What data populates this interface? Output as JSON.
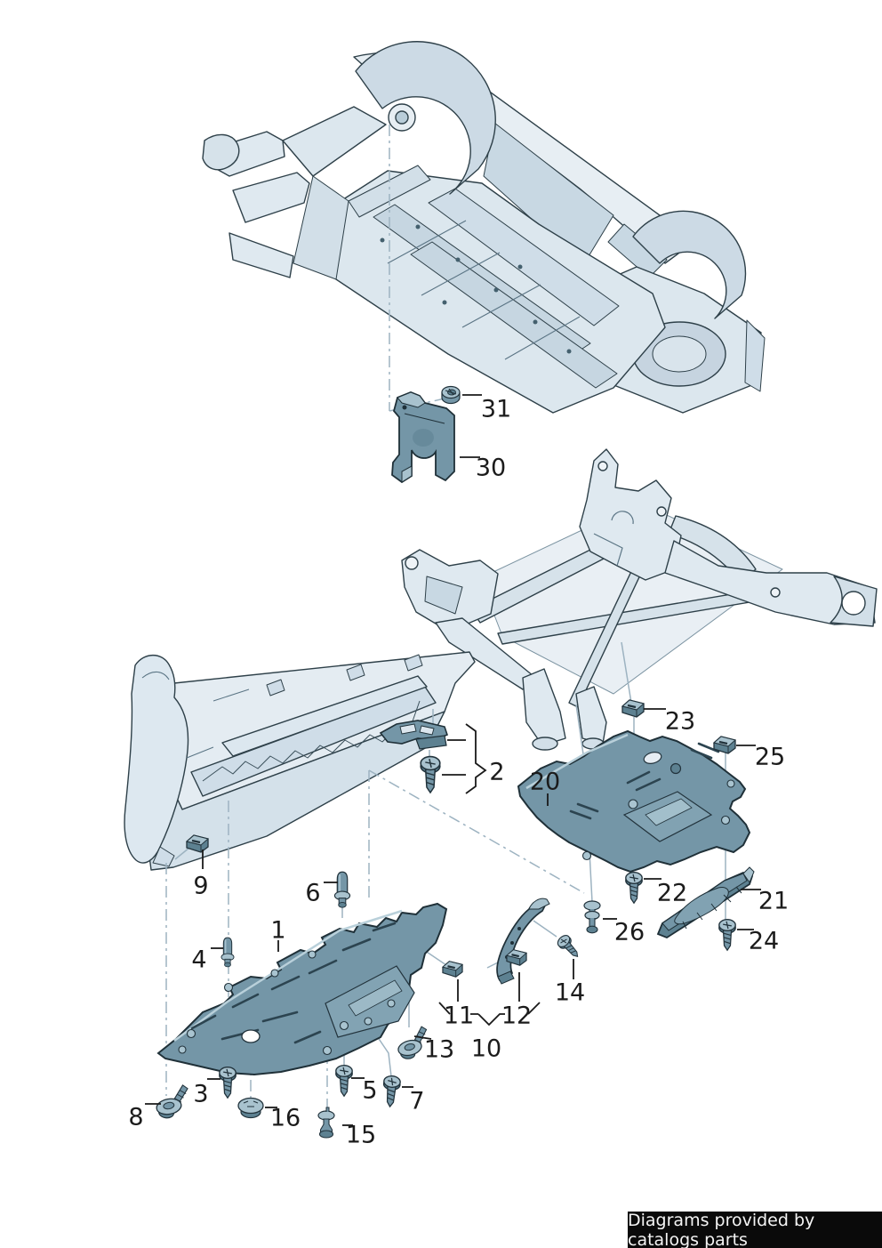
{
  "diagram": {
    "type": "exploded-parts-diagram",
    "subject": "vehicle underbody panels, noise insulation and fasteners",
    "callouts": {
      "c1": "1",
      "c2": "2",
      "c3": "3",
      "c4": "4",
      "c5": "5",
      "c6": "6",
      "c7": "7",
      "c8": "8",
      "c9": "9",
      "c10": "10",
      "c11": "11",
      "c12": "12",
      "c13": "13",
      "c14": "14",
      "c15": "15",
      "c16": "16",
      "c20": "20",
      "c21": "21",
      "c22": "22",
      "c23": "23",
      "c24": "24",
      "c25": "25",
      "c26": "26",
      "c30": "30",
      "c31": "31"
    },
    "colors": {
      "dark_part_fill": "#7496a7",
      "dark_part_shade": "#5d8191",
      "dark_part_highlight": "#a8c2ce",
      "outline": "#22333c",
      "light_part_fill": "#e4ecf2",
      "light_part_shade": "#c8d8e3",
      "construction_line": "#9db3c1",
      "leader_line": "#1a1a1a",
      "label_color": "#1b1b1b",
      "banner_bg": "#0a0a0a",
      "banner_fg": "#f4f4f4"
    }
  },
  "banner": {
    "text": "Diagrams provided by catalogs parts"
  }
}
